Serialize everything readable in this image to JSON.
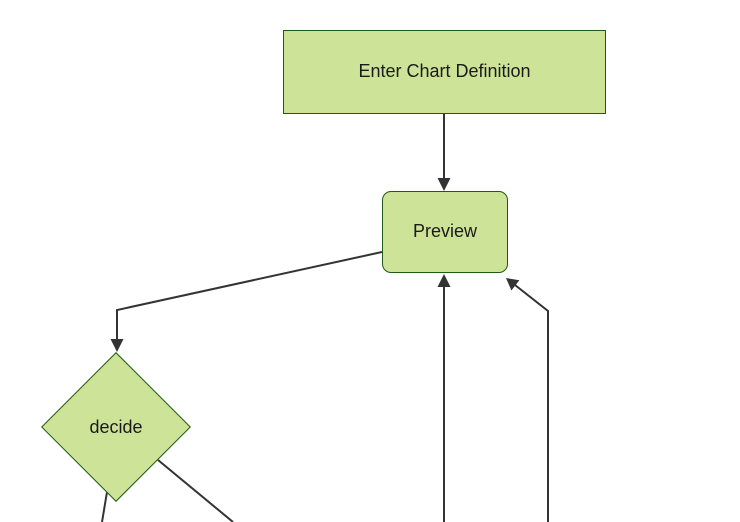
{
  "diagram": {
    "type": "flowchart",
    "orientation": "top-down",
    "nodes": [
      {
        "id": "enter_chart_definition",
        "label": "Enter Chart Definition",
        "shape": "rectangle"
      },
      {
        "id": "preview",
        "label": "Preview",
        "shape": "rounded-rectangle"
      },
      {
        "id": "decide",
        "label": "decide",
        "shape": "diamond"
      }
    ],
    "edges": [
      {
        "from": "enter_chart_definition",
        "to": "preview",
        "arrowhead": true,
        "path": "straight-down"
      },
      {
        "from": "preview",
        "to": "decide",
        "arrowhead": true,
        "path": "bent-left-then-down"
      },
      {
        "from": "offscreen_bottom_center",
        "to": "preview",
        "arrowhead": true,
        "path": "straight-up"
      },
      {
        "from": "offscreen_bottom_right",
        "to": "preview",
        "arrowhead": true,
        "path": "up-then-diagonal-left"
      },
      {
        "from": "decide",
        "to": "offscreen_bottom_left",
        "arrowhead": false,
        "path": "cut-off-at-bottom"
      },
      {
        "from": "decide",
        "to": "offscreen_bottom_right",
        "arrowhead": false,
        "path": "cut-off-at-bottom"
      }
    ],
    "colors": {
      "node_fill": "#cde498",
      "node_border": "#215a12",
      "edge_color": "#333333",
      "text_color": "#1a1a1a",
      "background": "#ffffff"
    }
  }
}
